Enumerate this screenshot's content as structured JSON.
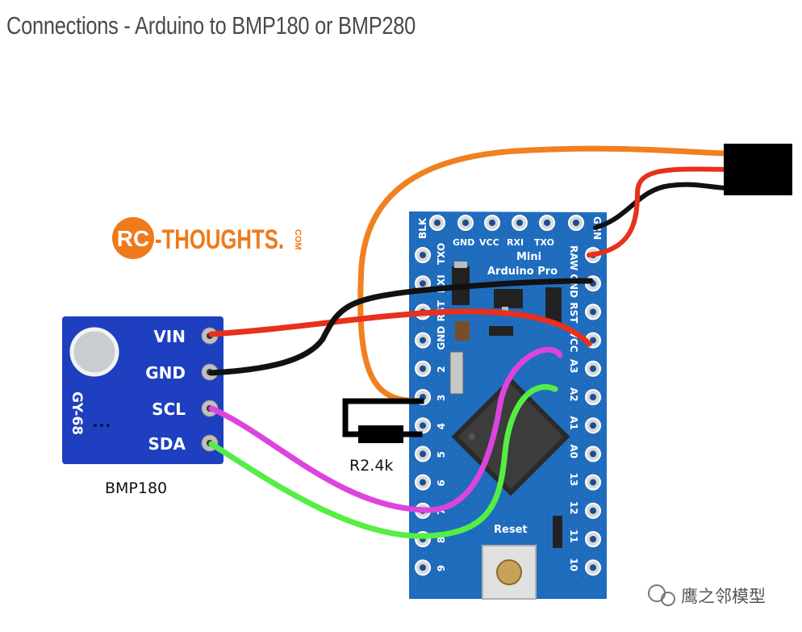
{
  "title": "Connections - Arduino to BMP180 or BMP280",
  "logo": {
    "rc": "RC",
    "word": "-THOUGHTS.",
    "com": "COM"
  },
  "bmp_module": {
    "pins": [
      "VIN",
      "GND",
      "SCL",
      "SDA"
    ],
    "model": "GY-68",
    "caption": "BMP180"
  },
  "arduino": {
    "board_name": [
      "Mini",
      "Arduino Pro"
    ],
    "top_pins": [
      "BLK",
      "GND",
      "VCC",
      "RXI",
      "TXO",
      "GRN"
    ],
    "left_pins": [
      "TXO",
      "RXI",
      "RST",
      "GND",
      "2",
      "3",
      "4",
      "5",
      "6",
      "7",
      "8",
      "9"
    ],
    "right_pins": [
      "RAW",
      "GND",
      "RST",
      "VCC",
      "A3",
      "A2",
      "A1",
      "A0",
      "13",
      "12",
      "11",
      "10"
    ],
    "reset_label": "Reset"
  },
  "resistor_label": "R2.4k",
  "wire_colors": {
    "vin": "#e8301b",
    "gnd": "#111111",
    "scl": "#dd44dd",
    "sda": "#55ee44",
    "signal": "#f08020",
    "board": "#1e6fc0",
    "module": "#1e3fbf"
  },
  "watermark": "鹰之邻模型"
}
